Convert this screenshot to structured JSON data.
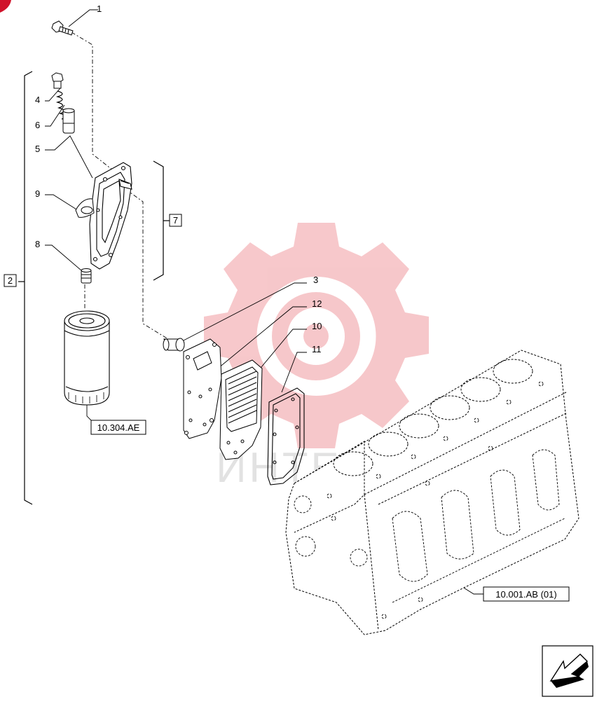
{
  "callouts": {
    "c1": "1",
    "c2": "2",
    "c3": "3",
    "c4": "4",
    "c5": "5",
    "c6": "6",
    "c7": "7",
    "c8": "8",
    "c9": "9",
    "c10": "10",
    "c11": "11",
    "c12": "12"
  },
  "references": {
    "filter_ref": "10.304.AE",
    "block_ref": "10.001.AB (01)"
  },
  "watermark": {
    "text": "ИНТЕХ",
    "color": "#e23b45"
  },
  "colors": {
    "line": "#000000",
    "corner_mark": "#d0122a"
  },
  "icons": {
    "nav": "next-arrow-icon"
  }
}
